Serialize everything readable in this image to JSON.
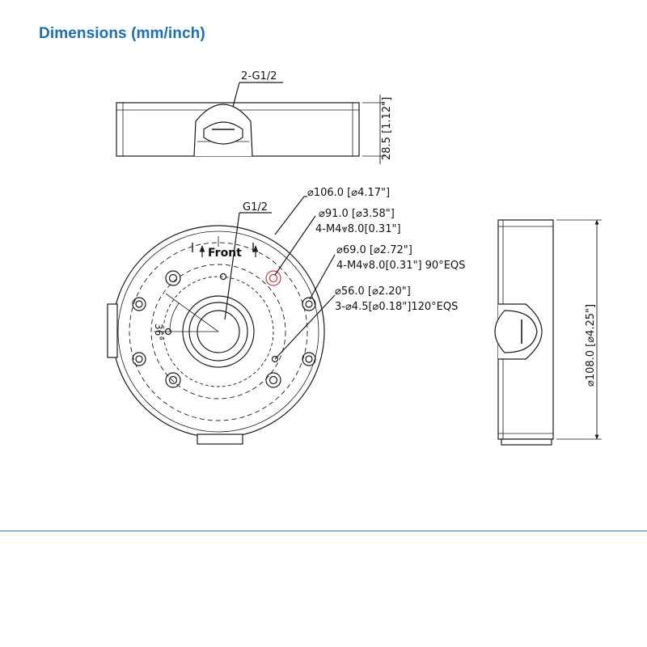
{
  "title": "Dimensions (mm/inch)",
  "colors": {
    "title": "#1a6fb8",
    "line": "#1a1a1a",
    "divider": "#2a7fc0",
    "highlight": "#d23a3a"
  },
  "side_view": {
    "callout_top": "2-G1/2",
    "height_dim": "28.5 [1.12\"]"
  },
  "top_view": {
    "g_label": "G1/2",
    "front_label": "Front",
    "angle_label": "36°",
    "dims": {
      "d106": "⌀106.0 [⌀4.17\"]",
      "d91": "⌀91.0 [⌀3.58\"]",
      "m4_a": "4-M4⩔8.0[0.31\"]",
      "d69": "⌀69.0 [⌀2.72\"]",
      "m4_b": "4-M4⩔8.0[0.31\"] 90°EQS",
      "d56": "⌀56.0 [⌀2.20\"]",
      "holes": "3-⌀4.5[⌀0.18\"]120°EQS"
    }
  },
  "front_view": {
    "height_dim": "⌀108.0 [⌀4.25\"]"
  }
}
